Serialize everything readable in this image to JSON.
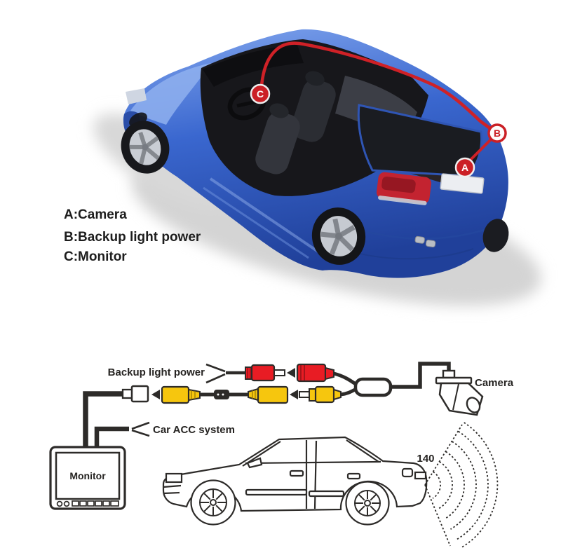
{
  "legend": {
    "items": [
      {
        "label": "A:Camera"
      },
      {
        "label": "B:Backup light power"
      },
      {
        "label": "C:Monitor"
      }
    ]
  },
  "markers": {
    "a": "A",
    "b": "B",
    "c": "C"
  },
  "wiring": {
    "backup_light_power_label": "Backup light power",
    "car_acc_label": "Car ACC system",
    "camera_label": "Camera",
    "monitor_label": "Monitor",
    "fov_angle": "140"
  },
  "colors": {
    "car_blue": "#3a67cf",
    "cable_red": "#cf2127",
    "rca_red": "#e81c24",
    "rca_yellow": "#f6c60e",
    "line_art": "#2d2b29",
    "taillight_red": "#c32330"
  }
}
